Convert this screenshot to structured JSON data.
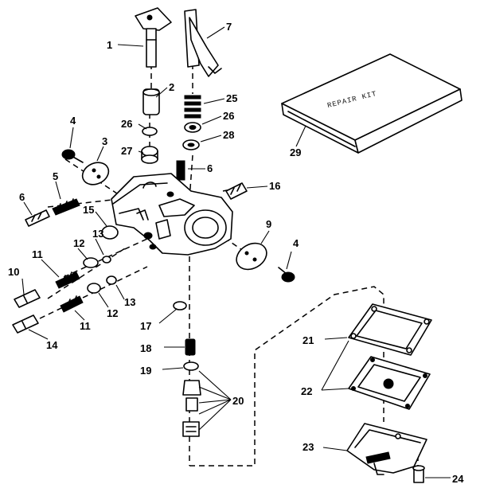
{
  "repair_kit_label": "REPAIR KIT",
  "callouts": {
    "c1": "1",
    "c2": "2",
    "c3": "3",
    "c4a": "4",
    "c4b": "4",
    "c5": "5",
    "c6a": "6",
    "c6b": "6",
    "c7": "7",
    "c9": "9",
    "c10": "10",
    "c11a": "11",
    "c11b": "11",
    "c12a": "12",
    "c12b": "12",
    "c13a": "13",
    "c13b": "13",
    "c14": "14",
    "c15": "15",
    "c16": "16",
    "c17": "17",
    "c18": "18",
    "c19": "19",
    "c20": "20",
    "c21": "21",
    "c22": "22",
    "c23": "23",
    "c24": "24",
    "c25": "25",
    "c26a": "26",
    "c26b": "26",
    "c27": "27",
    "c28": "28",
    "c29": "29"
  }
}
